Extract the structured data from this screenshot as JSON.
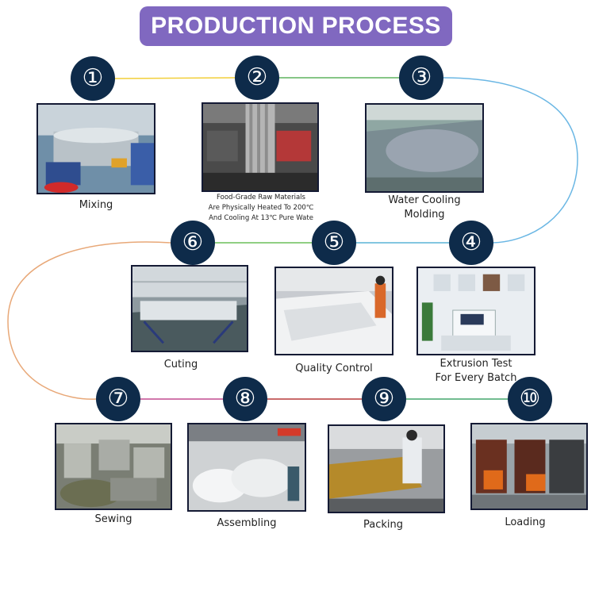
{
  "title": "PRODUCTION PROCESS",
  "steps": [
    {
      "number": "①",
      "caption": "Mixing"
    },
    {
      "number": "②",
      "caption": "Food-Grade Raw Materials\nAre Physically Heated To 200℃\nAnd Cooling At 13℃ Pure Wate"
    },
    {
      "number": "③",
      "caption": "Water Cooling\nMolding"
    },
    {
      "number": "④",
      "caption": "Extrusion Test\nFor Every Batch"
    },
    {
      "number": "⑤",
      "caption": "Quality Control"
    },
    {
      "number": "⑥",
      "caption": "Cuting"
    },
    {
      "number": "⑦",
      "caption": "Sewing"
    },
    {
      "number": "⑧",
      "caption": "Assembling"
    },
    {
      "number": "⑨",
      "caption": "Packing"
    },
    {
      "number": "⑩",
      "caption": "Loading"
    }
  ],
  "colors": {
    "banner": "#8068c0",
    "badge": "#0e2b4a",
    "frame": "#141a34"
  }
}
